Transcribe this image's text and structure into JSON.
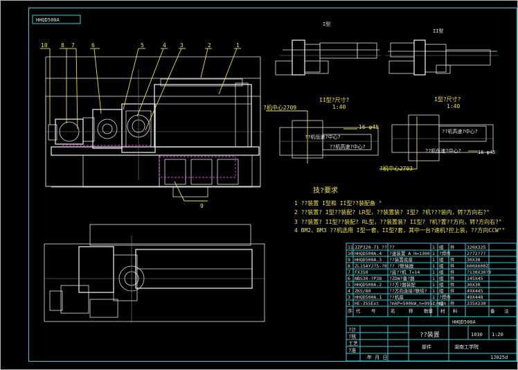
{
  "drawing": {
    "code": "HHQD500A",
    "view_label_1": "I型",
    "view_label_2": "II型",
    "section_1_title": "II型?尺寸?",
    "section_1_scale": "1:40",
    "section_2_title": "I型?尺寸?",
    "section_2_scale": "1:40",
    "dim_1a": "?机中心2709",
    "dim_1b": "16-φ45",
    "dim_1c": "??机低速?中心?",
    "dim_1d": "??机高速?中心?",
    "dim_2a": "?机中心2703",
    "dim_2b": "16-φ45",
    "dim_2c": "??机低速?中心?",
    "dim_2d": "??机高速?中心?",
    "balloons": [
      "10",
      "8",
      "7",
      "6",
      "5",
      "4",
      "3",
      "2",
      "1"
    ],
    "balloon_9": "9"
  },
  "notes": {
    "title": "技?要求",
    "items": [
      "1  ??装置  I型和  II型??装配备  °",
      "2  ??装置?  I型??装配?  LR型，??装置装?  I型?  ?机???装内，转?方向右?°",
      "3  ??装置?  II型??装配?  RL型，??装置装?  II型?  ?机?置??方向，转?方向右?°",
      "4  BM2、BM3  ??机选用  I型一套，II型?套，其中一台?速机?控上装，??方向CCW°°"
    ]
  },
  "bom": {
    "header": [
      "序",
      "代",
      "号",
      "名",
      "称",
      "数量",
      "材",
      "料",
      "备",
      "注"
    ],
    "rows": [
      [
        "11",
        "JZP320-71 ??",
        "??",
        "1",
        "组",
        "件",
        "320X325"
      ],
      [
        "10",
        "HHQD500A.4",
        "?速装置 A H=1300",
        "1",
        "?焊件",
        "",
        "2?72?7?"
      ],
      [
        "9",
        "HHQD500A.3",
        "??装置底座",
        "1",
        "组",
        "件",
        "30X30"
      ],
      [
        "8",
        "ZL15AYJ?5-?0",
        "??  ?联轴器",
        "1",
        "组",
        "件",
        "600X600Z"
      ],
      [
        "7",
        "FX350",
        "?底??机  T=14",
        "1",
        "组",
        "件",
        "?130X30?0"
      ],
      [
        "6",
        "NBS30-?P38",
        "?ZDW?备?器",
        "1",
        "组",
        "件",
        "145X45"
      ],
      [
        "5",
        "HHQD500A.2",
        "??方?器装配",
        "1",
        "组",
        "件",
        "30X30"
      ],
      [
        "4",
        "ZKS/80",
        "??方向连接?联结?",
        "1",
        "组",
        "件",
        "49X445"
      ],
      [
        "3",
        "HHQD500A.1",
        "??机座",
        "1",
        "?焊件",
        "",
        "49X448"
      ],
      [
        "1",
        "HE-355Ext",
        "?mkP=500kW,n=995r/min",
        "1",
        "组",
        "件",
        "335X330"
      ]
    ],
    "footer_header": [
      "序",
      "代",
      "号",
      "名",
      "称",
      "数量",
      "材",
      "料",
      "备",
      "注"
    ]
  },
  "title_block": {
    "name": "??装置",
    "drawing_no": "HHQD500A",
    "scale_label": "1:20",
    "sheet": "1030",
    "part_type": "部件",
    "company": "湖南工学院",
    "revision": "1J025d",
    "sign_rows": [
      "?计",
      "?核",
      "工艺",
      "?准"
    ],
    "sign_date": "年 月 日"
  }
}
